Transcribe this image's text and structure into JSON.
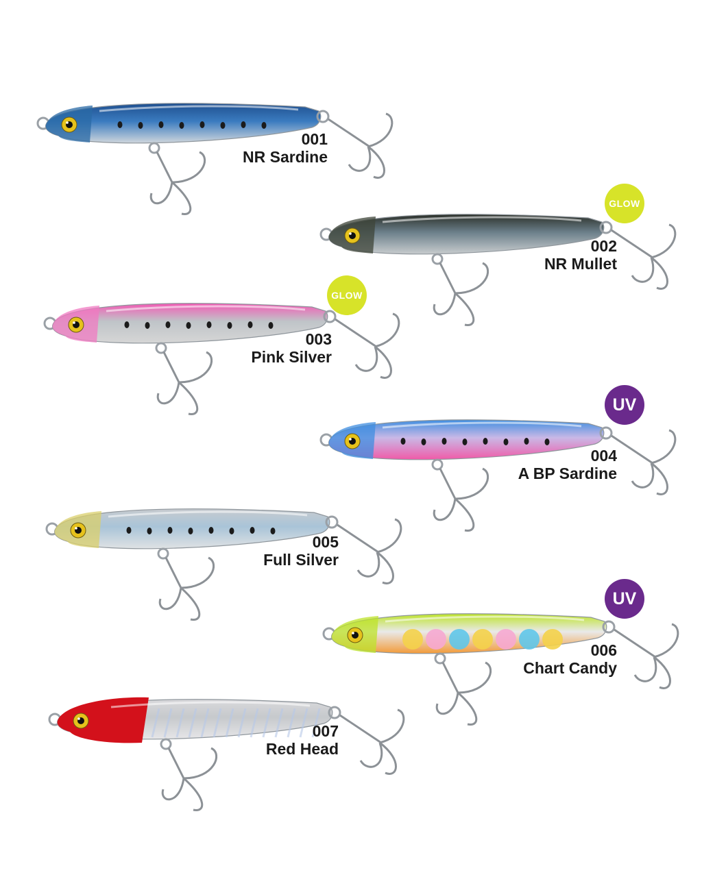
{
  "lures": [
    {
      "code": "001",
      "name": "NR Sardine",
      "badge": null,
      "colors": {
        "back": "#1f4f8f",
        "belly": "#cfd6dc",
        "head": "#2a6aa6",
        "accent": "#3a7bbf",
        "eye": "#e6c21c"
      }
    },
    {
      "code": "002",
      "name": "NR Mullet",
      "badge": "GLOW",
      "colors": {
        "back": "#2b2f28",
        "belly": "#c8ccce",
        "head": "#3d4438",
        "accent": "#6b7f8a",
        "eye": "#e6c21c"
      }
    },
    {
      "code": "003",
      "name": "Pink Silver",
      "badge": "GLOW",
      "colors": {
        "back": "#f25ab4",
        "belly": "#d6d6d6",
        "head": "#f07ac2",
        "accent": "#bfc4c8",
        "eye": "#e6c21c"
      }
    },
    {
      "code": "004",
      "name": "A BP Sardine",
      "badge": "UV",
      "colors": {
        "back": "#3f8ee0",
        "belly": "#f05aa8",
        "head": "#3f8ee0",
        "accent": "#c9b8e6",
        "eye": "#e6c21c"
      }
    },
    {
      "code": "005",
      "name": "Full Silver",
      "badge": null,
      "colors": {
        "back": "#c7cbcf",
        "belly": "#dfe2e4",
        "head": "#d9cf6b",
        "accent": "#a9c4d8",
        "eye": "#e6c21c"
      }
    },
    {
      "code": "006",
      "name": "Chart Candy",
      "badge": "UV",
      "colors": {
        "back": "#bde32a",
        "belly": "#f29b3a",
        "head": "#bde32a",
        "accent": "#e9e9e9",
        "eye": "#e6c21c"
      }
    },
    {
      "code": "007",
      "name": "Red Head",
      "badge": null,
      "colors": {
        "back": "#d9d9dc",
        "belly": "#e6e6e8",
        "head": "#d3111b",
        "accent": "#c6c9cc",
        "eye": "#e6c21c"
      }
    }
  ]
}
